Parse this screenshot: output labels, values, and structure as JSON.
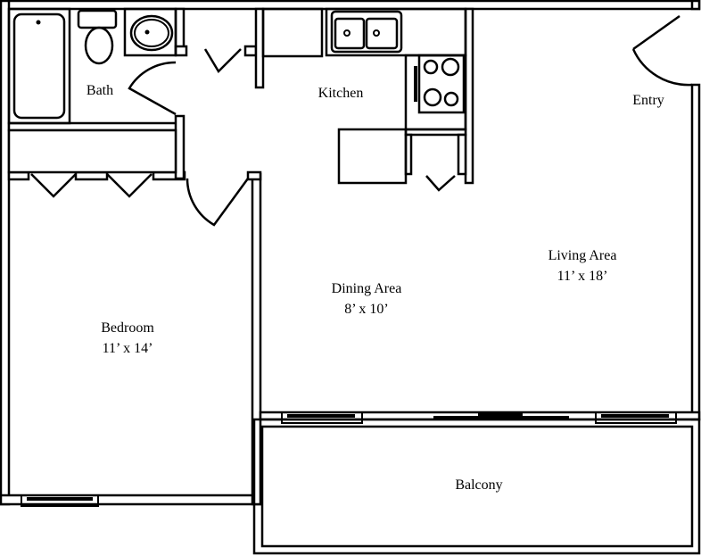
{
  "rooms": {
    "bath": {
      "name": "Bath"
    },
    "kitchen": {
      "name": "Kitchen"
    },
    "entry": {
      "name": "Entry"
    },
    "living": {
      "name": "Living Area",
      "size": "11’ x 18’"
    },
    "dining": {
      "name": "Dining Area",
      "size": "8’ x 10’"
    },
    "bedroom": {
      "name": "Bedroom",
      "size": "11’ x 14’"
    },
    "balcony": {
      "name": "Balcony"
    }
  }
}
